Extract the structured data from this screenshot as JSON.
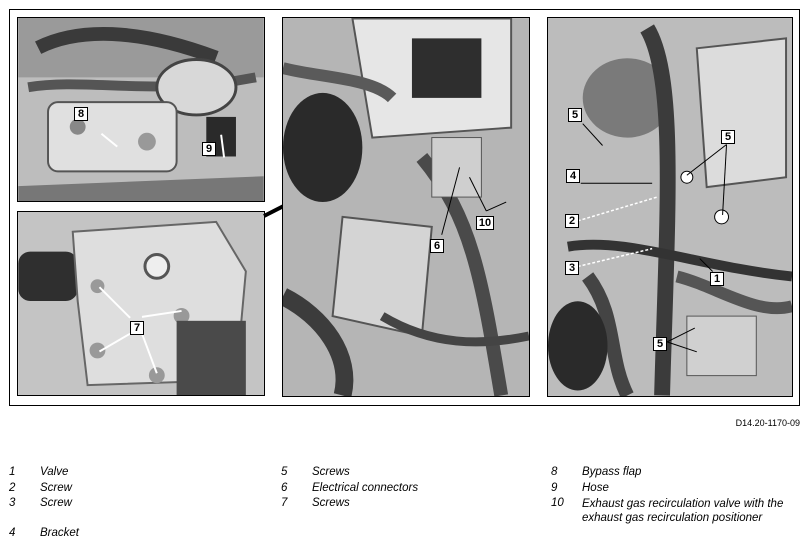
{
  "figure": {
    "id": "D14.20-1170-09",
    "callouts": {
      "p1_8": "8",
      "p1_9": "9",
      "p1_7": "7",
      "p2_6": "6",
      "p2_10": "10",
      "p3_5a": "5",
      "p3_5b": "5",
      "p3_4": "4",
      "p3_2": "2",
      "p3_1": "1",
      "p3_3": "3",
      "p3_5c": "5"
    }
  },
  "legend": {
    "col1": [
      {
        "num": "1",
        "text": "Valve"
      },
      {
        "num": "2",
        "text": "Screw"
      },
      {
        "num": "3",
        "text": "Screw"
      },
      {
        "num": "4",
        "text": "Bracket"
      }
    ],
    "col2": [
      {
        "num": "5",
        "text": "Screws"
      },
      {
        "num": "6",
        "text": "Electrical connectors"
      },
      {
        "num": "7",
        "text": "Screws"
      }
    ],
    "col3": [
      {
        "num": "8",
        "text": "Bypass flap"
      },
      {
        "num": "9",
        "text": "Hose"
      },
      {
        "num": "10",
        "text": "Exhaust gas recirculation valve with the exhaust gas recirculation positioner"
      }
    ]
  }
}
